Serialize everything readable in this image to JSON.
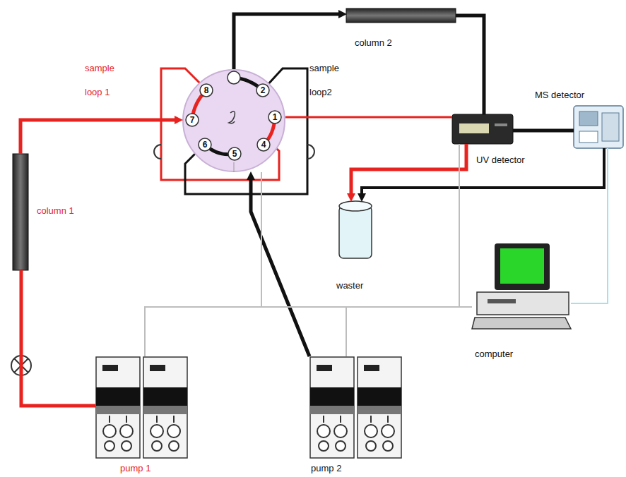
{
  "diagram": {
    "nodes": [
      {
        "text": [
          "column 1"
        ]
      },
      {
        "text": [
          "8",
          "2",
          "7",
          "1",
          "6",
          "5",
          "4"
        ]
      },
      {
        "text": [
          "column 2"
        ]
      },
      {
        "text": [
          "UV detector"
        ]
      },
      {
        "text": [
          "MS detector"
        ]
      },
      {
        "text": [
          "waster"
        ]
      },
      {
        "text": [
          "computer"
        ]
      },
      {
        "text": [
          "pump 1"
        ]
      },
      {
        "text": [
          "pump 2"
        ]
      }
    ],
    "edges": [
      {
        "from": 7,
        "to": 0,
        "arrow": "none"
      },
      {
        "from": 0,
        "to": 1,
        "arrow": "to"
      },
      {
        "from": 1,
        "to": 2,
        "arrow": "to"
      },
      {
        "from": 2,
        "to": 3,
        "arrow": "none"
      },
      {
        "from": 3,
        "to": 4,
        "arrow": "none"
      },
      {
        "from": 3,
        "to": 5,
        "arrow": "to"
      },
      {
        "from": 4,
        "to": 5,
        "arrow": "to"
      },
      {
        "from": 8,
        "to": 1,
        "arrow": "to"
      },
      {
        "from": 1,
        "to": 3,
        "arrow": "none"
      },
      {
        "from": 6,
        "to": 7,
        "arrow": "none"
      },
      {
        "from": 6,
        "to": 8,
        "arrow": "none"
      },
      {
        "from": 6,
        "to": 1,
        "arrow": "none"
      },
      {
        "from": 6,
        "to": 3,
        "arrow": "none"
      },
      {
        "from": 6,
        "to": 4,
        "arrow": "none"
      }
    ],
    "labels": [
      "sample loop 1",
      "sample loop2"
    ]
  }
}
